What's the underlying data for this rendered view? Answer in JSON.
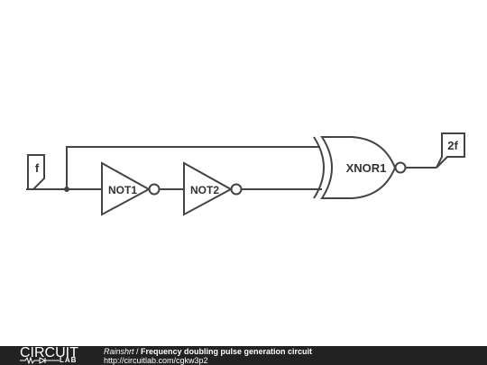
{
  "diagram": {
    "input_label": "f",
    "output_label": "2f",
    "gate1_label": "NOT1",
    "gate2_label": "NOT2",
    "gate3_label": "XNOR1"
  },
  "footer": {
    "logo_main": "CIRCUIT",
    "logo_sub": "LAB",
    "author": "Rainshrt",
    "separator": " / ",
    "title": "Frequency doubling pulse generation circuit",
    "url": "http://circuitlab.com/cgkw3p2"
  },
  "colors": {
    "line": "#444444",
    "footer_bg": "#222222"
  }
}
